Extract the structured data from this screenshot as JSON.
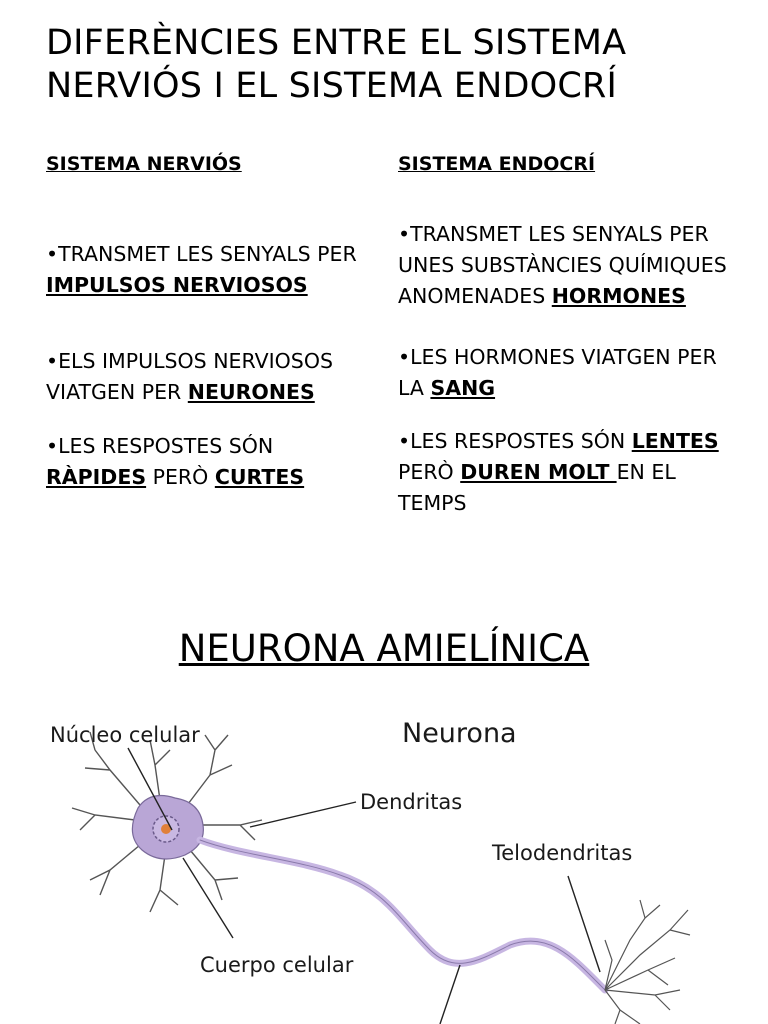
{
  "title": "DIFERÈNCIES ENTRE EL SISTEMA NERVIÓS I EL SISTEMA ENDOCRÍ",
  "left": {
    "heading": "SISTEMA NERVIÓS",
    "b1_pre": "•TRANSMET LES SENYALS PER ",
    "b1_em": "IMPULSOS NERVIOSOS",
    "b2_pre": "•ELS IMPULSOS NERVIOSOS VIATGEN PER ",
    "b2_em": "NEURONES",
    "b3_pre": "•LES RESPOSTES SÓN ",
    "b3_em1": "RÀPIDES",
    "b3_mid": " PERÒ ",
    "b3_em2": "CURTES"
  },
  "right": {
    "heading": "SISTEMA ENDOCRÍ",
    "b1_pre": "•TRANSMET LES SENYALS PER UNES SUBSTÀNCIES QUÍMIQUES ANOMENADES ",
    "b1_em": "HORMONES",
    "b2_pre": "•LES HORMONES VIATGEN PER LA ",
    "b2_em": "SANG",
    "b3_pre": "•LES RESPOSTES SÓN ",
    "b3_em1": "LENTES",
    "b3_mid": " PERÒ ",
    "b3_em2": "DUREN MOLT ",
    "b3_post": "EN EL TEMPS"
  },
  "section_title": "NEURONA AMIELÍNICA",
  "diagram": {
    "title": "Neurona",
    "labels": {
      "nucleus": "Núcleo celular",
      "dendrites": "Dendritas",
      "telodendrites": "Telodendritas",
      "cell_body": "Cuerpo celular"
    },
    "colors": {
      "cell_fill": "#b9a6d6",
      "axon": "#c7b6e2",
      "nucleus": "#e0803a",
      "line": "#222222"
    }
  }
}
